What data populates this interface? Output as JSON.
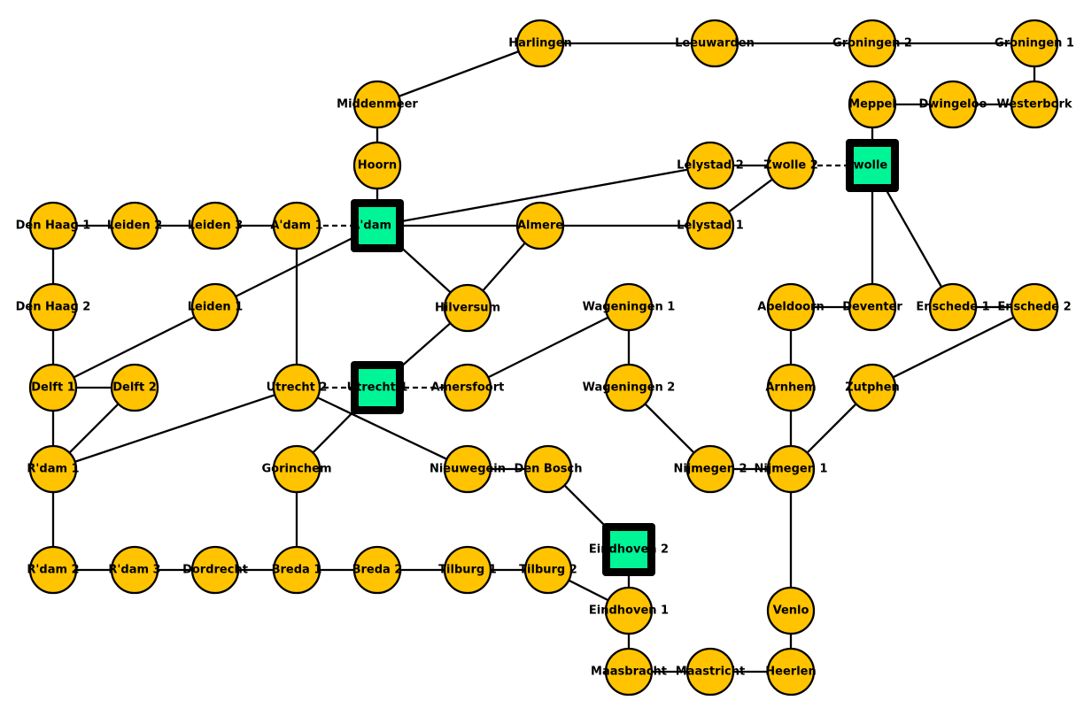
{
  "colors": {
    "station_fill": "#FFC300",
    "hub_fill": "#00F597",
    "outline": "#000000"
  },
  "nodes": [
    {
      "id": "harlingen",
      "label": "Harlingen",
      "kind": "station"
    },
    {
      "id": "leeuwarden",
      "label": "Leeuwarden",
      "kind": "station"
    },
    {
      "id": "groningen2",
      "label": "Groningen 2",
      "kind": "station"
    },
    {
      "id": "groningen1",
      "label": "Groningen 1",
      "kind": "station"
    },
    {
      "id": "middenmeer",
      "label": "Middenmeer",
      "kind": "station"
    },
    {
      "id": "meppel",
      "label": "Meppel",
      "kind": "station"
    },
    {
      "id": "dwingeloo",
      "label": "Dwingeloo",
      "kind": "station"
    },
    {
      "id": "westerbork",
      "label": "Westerbork",
      "kind": "station"
    },
    {
      "id": "hoorn",
      "label": "Hoorn",
      "kind": "station"
    },
    {
      "id": "lelystad2",
      "label": "Lelystad 2",
      "kind": "station"
    },
    {
      "id": "zwolle2",
      "label": "Zwolle 2",
      "kind": "station"
    },
    {
      "id": "zwolle1",
      "label": "Zwolle 1",
      "kind": "hub"
    },
    {
      "id": "denhaag1",
      "label": "Den Haag 1",
      "kind": "station"
    },
    {
      "id": "leiden2",
      "label": "Leiden 2",
      "kind": "station"
    },
    {
      "id": "leiden3",
      "label": "Leiden 3",
      "kind": "station"
    },
    {
      "id": "adam1",
      "label": "A'dam 1",
      "kind": "station"
    },
    {
      "id": "adam2",
      "label": "A'dam 2",
      "kind": "hub"
    },
    {
      "id": "almere",
      "label": "Almere",
      "kind": "station"
    },
    {
      "id": "lelystad1",
      "label": "Lelystad 1",
      "kind": "station"
    },
    {
      "id": "denhaag2",
      "label": "Den Haag 2",
      "kind": "station"
    },
    {
      "id": "leiden1",
      "label": "Leiden 1",
      "kind": "station"
    },
    {
      "id": "hilversum",
      "label": "Hilversum",
      "kind": "station"
    },
    {
      "id": "wageningen1",
      "label": "Wageningen 1",
      "kind": "station"
    },
    {
      "id": "apeldoorn",
      "label": "Apeldoorn",
      "kind": "station"
    },
    {
      "id": "deventer",
      "label": "Deventer",
      "kind": "station"
    },
    {
      "id": "enschede1",
      "label": "Enschede 1",
      "kind": "station"
    },
    {
      "id": "enschede2",
      "label": "Enschede 2",
      "kind": "station"
    },
    {
      "id": "delft1",
      "label": "Delft 1",
      "kind": "station"
    },
    {
      "id": "delft2",
      "label": "Delft 2",
      "kind": "station"
    },
    {
      "id": "utrecht2",
      "label": "Utrecht 2",
      "kind": "station"
    },
    {
      "id": "utrecht1",
      "label": "Utrecht 1",
      "kind": "hub"
    },
    {
      "id": "amersfoort",
      "label": "Amersfoort",
      "kind": "station"
    },
    {
      "id": "wageningen2",
      "label": "Wageningen 2",
      "kind": "station"
    },
    {
      "id": "arnhem",
      "label": "Arnhem",
      "kind": "station"
    },
    {
      "id": "zutphen",
      "label": "Zutphen",
      "kind": "station"
    },
    {
      "id": "rdam1",
      "label": "R'dam 1",
      "kind": "station"
    },
    {
      "id": "gorinchem",
      "label": "Gorinchem",
      "kind": "station"
    },
    {
      "id": "nieuwegein",
      "label": "Nieuwegein",
      "kind": "station"
    },
    {
      "id": "denbosch",
      "label": "Den Bosch",
      "kind": "station"
    },
    {
      "id": "nijmegen2",
      "label": "Nijmegen 2",
      "kind": "station"
    },
    {
      "id": "nijmegen1",
      "label": "Nijmegen 1",
      "kind": "station"
    },
    {
      "id": "eindhoven2",
      "label": "Eindhoven 2",
      "kind": "hub"
    },
    {
      "id": "rdam2",
      "label": "R'dam 2",
      "kind": "station"
    },
    {
      "id": "rdam3",
      "label": "R'dam 3",
      "kind": "station"
    },
    {
      "id": "dordrecht",
      "label": "Dordrecht",
      "kind": "station"
    },
    {
      "id": "breda1",
      "label": "Breda 1",
      "kind": "station"
    },
    {
      "id": "breda2",
      "label": "Breda 2",
      "kind": "station"
    },
    {
      "id": "tilburg1",
      "label": "Tilburg 1",
      "kind": "station"
    },
    {
      "id": "tilburg2",
      "label": "Tilburg 2",
      "kind": "station"
    },
    {
      "id": "eindhoven1",
      "label": "Eindhoven 1",
      "kind": "station"
    },
    {
      "id": "venlo",
      "label": "Venlo",
      "kind": "station"
    },
    {
      "id": "maasbracht",
      "label": "Maasbracht",
      "kind": "station"
    },
    {
      "id": "maastricht",
      "label": "Maastricht",
      "kind": "station"
    },
    {
      "id": "heerlen",
      "label": "Heerlen",
      "kind": "station"
    }
  ],
  "edges": [
    [
      "harlingen",
      "leeuwarden",
      "solid"
    ],
    [
      "leeuwarden",
      "groningen2",
      "solid"
    ],
    [
      "groningen2",
      "groningen1",
      "solid"
    ],
    [
      "harlingen",
      "middenmeer",
      "solid"
    ],
    [
      "groningen1",
      "westerbork",
      "solid"
    ],
    [
      "westerbork",
      "dwingeloo",
      "solid"
    ],
    [
      "dwingeloo",
      "meppel",
      "solid"
    ],
    [
      "meppel",
      "zwolle1",
      "solid"
    ],
    [
      "middenmeer",
      "hoorn",
      "solid"
    ],
    [
      "hoorn",
      "adam2",
      "solid"
    ],
    [
      "adam2",
      "lelystad2",
      "solid"
    ],
    [
      "lelystad2",
      "zwolle2",
      "solid"
    ],
    [
      "zwolle2",
      "zwolle1",
      "dashed"
    ],
    [
      "zwolle2",
      "lelystad1",
      "solid"
    ],
    [
      "denhaag1",
      "leiden2",
      "solid"
    ],
    [
      "leiden2",
      "leiden3",
      "solid"
    ],
    [
      "leiden3",
      "adam1",
      "solid"
    ],
    [
      "adam1",
      "adam2",
      "dashed"
    ],
    [
      "adam2",
      "almere",
      "solid"
    ],
    [
      "almere",
      "lelystad1",
      "solid"
    ],
    [
      "adam2",
      "hilversum",
      "solid"
    ],
    [
      "almere",
      "hilversum",
      "solid"
    ],
    [
      "adam2",
      "delft1",
      "solid"
    ],
    [
      "adam1",
      "utrecht2",
      "solid"
    ],
    [
      "denhaag1",
      "denhaag2",
      "solid"
    ],
    [
      "denhaag2",
      "delft1",
      "solid"
    ],
    [
      "delft1",
      "delft2",
      "solid"
    ],
    [
      "delft1",
      "rdam1",
      "solid"
    ],
    [
      "delft2",
      "rdam1",
      "solid"
    ],
    [
      "rdam1",
      "utrecht2",
      "solid"
    ],
    [
      "rdam1",
      "rdam2",
      "solid"
    ],
    [
      "utrecht2",
      "utrecht1",
      "dashed"
    ],
    [
      "utrecht1",
      "amersfoort",
      "dashed"
    ],
    [
      "hilversum",
      "utrecht1",
      "solid"
    ],
    [
      "utrecht1",
      "gorinchem",
      "solid"
    ],
    [
      "utrecht2",
      "nieuwegein",
      "solid"
    ],
    [
      "nieuwegein",
      "denbosch",
      "solid"
    ],
    [
      "denbosch",
      "eindhoven2",
      "solid"
    ],
    [
      "amersfoort",
      "wageningen1",
      "solid"
    ],
    [
      "wageningen1",
      "wageningen2",
      "solid"
    ],
    [
      "wageningen2",
      "nijmegen2",
      "solid"
    ],
    [
      "nijmegen2",
      "nijmegen1",
      "solid"
    ],
    [
      "zwolle1",
      "deventer",
      "solid"
    ],
    [
      "zwolle1",
      "enschede1",
      "solid"
    ],
    [
      "apeldoorn",
      "deventer",
      "solid"
    ],
    [
      "apeldoorn",
      "arnhem",
      "solid"
    ],
    [
      "arnhem",
      "nijmegen1",
      "solid"
    ],
    [
      "enschede1",
      "enschede2",
      "solid"
    ],
    [
      "enschede2",
      "zutphen",
      "solid"
    ],
    [
      "zutphen",
      "nijmegen1",
      "solid"
    ],
    [
      "nijmegen1",
      "venlo",
      "solid"
    ],
    [
      "venlo",
      "heerlen",
      "solid"
    ],
    [
      "rdam2",
      "rdam3",
      "solid"
    ],
    [
      "rdam3",
      "dordrecht",
      "solid"
    ],
    [
      "dordrecht",
      "breda1",
      "solid"
    ],
    [
      "gorinchem",
      "breda1",
      "solid"
    ],
    [
      "breda1",
      "breda2",
      "solid"
    ],
    [
      "breda2",
      "tilburg1",
      "solid"
    ],
    [
      "tilburg1",
      "tilburg2",
      "solid"
    ],
    [
      "tilburg2",
      "eindhoven1",
      "solid"
    ],
    [
      "eindhoven2",
      "eindhoven1",
      "solid"
    ],
    [
      "eindhoven1",
      "maasbracht",
      "solid"
    ],
    [
      "maasbracht",
      "maastricht",
      "solid"
    ],
    [
      "maastricht",
      "heerlen",
      "solid"
    ]
  ]
}
